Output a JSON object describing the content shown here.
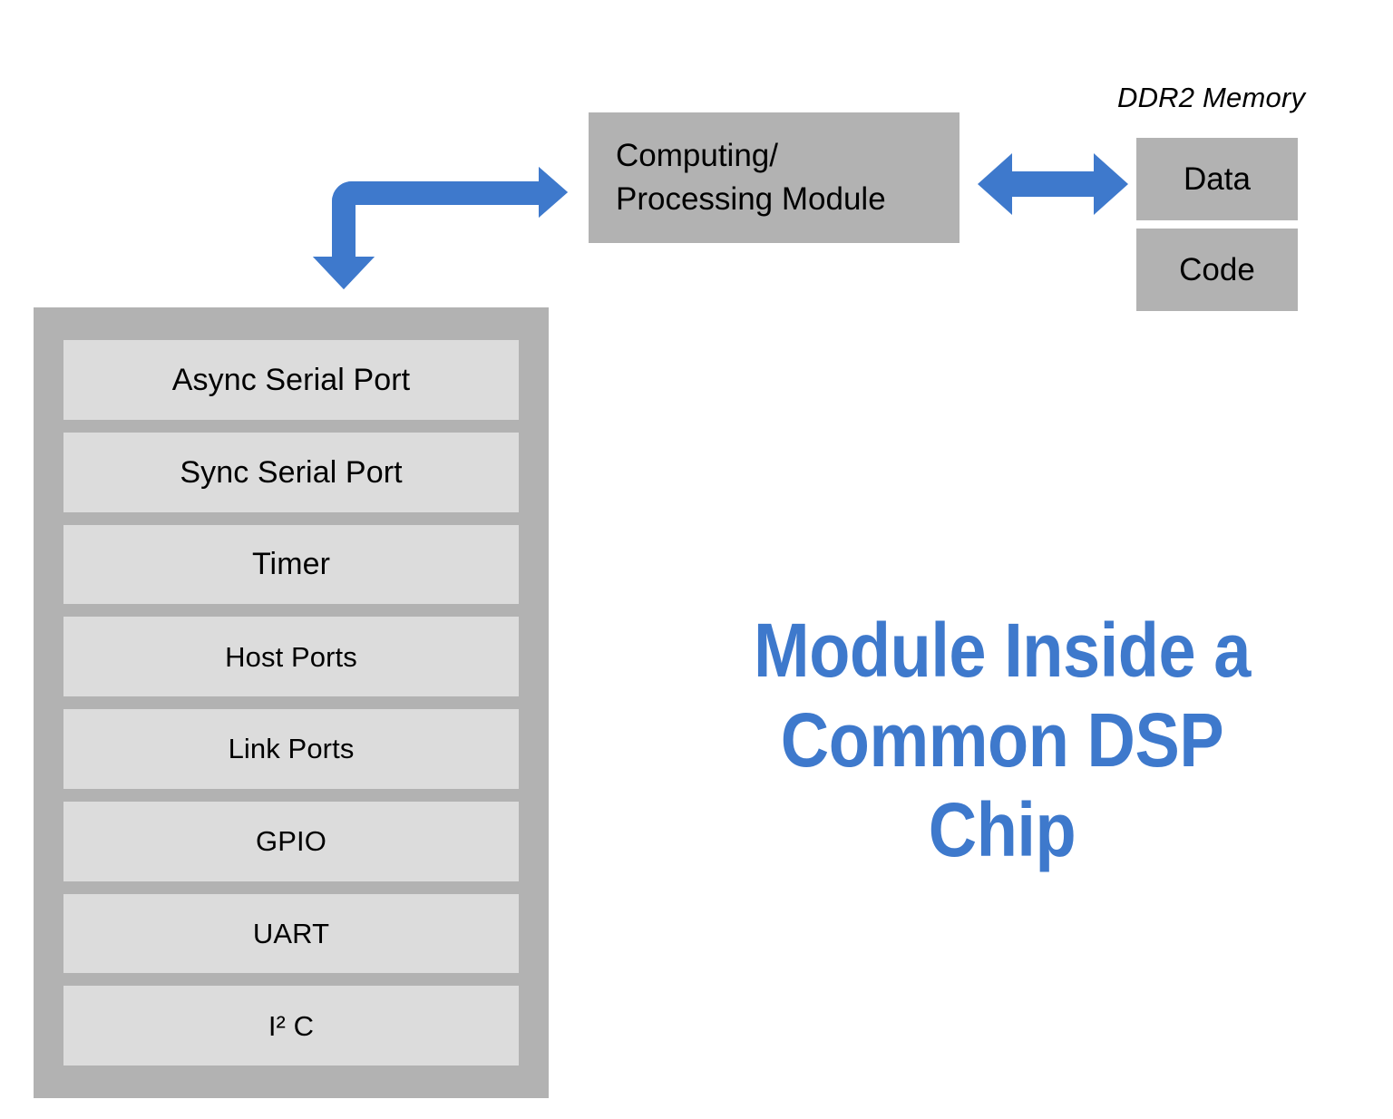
{
  "diagram": {
    "title": "Module Inside a\nCommon DSP Chip",
    "title_color": "#3e79cc",
    "accent_color": "#3e79cc",
    "box_fill": "#b2b2b2",
    "item_fill": "#dcdcdc",
    "background": "#ffffff"
  },
  "cpu": {
    "label": "Computing/\nProcessing Module"
  },
  "memory": {
    "group_label": "DDR2 Memory",
    "boxes": [
      {
        "label": "Data"
      },
      {
        "label": "Code"
      }
    ]
  },
  "peripherals": {
    "items": [
      {
        "label": "Async Serial Port"
      },
      {
        "label": "Sync Serial Port"
      },
      {
        "label": "Timer"
      },
      {
        "label": "Host Ports"
      },
      {
        "label": "Link Ports"
      },
      {
        "label": "GPIO"
      },
      {
        "label": "UART"
      },
      {
        "label": "I² C"
      }
    ]
  },
  "connectors": [
    {
      "name": "elbow-arrow",
      "from": "peripheral-block",
      "to": "cpu",
      "style": "bent-double-headed"
    },
    {
      "name": "bidirectional-arrow",
      "from": "cpu",
      "to": "memory",
      "style": "double-headed"
    }
  ]
}
